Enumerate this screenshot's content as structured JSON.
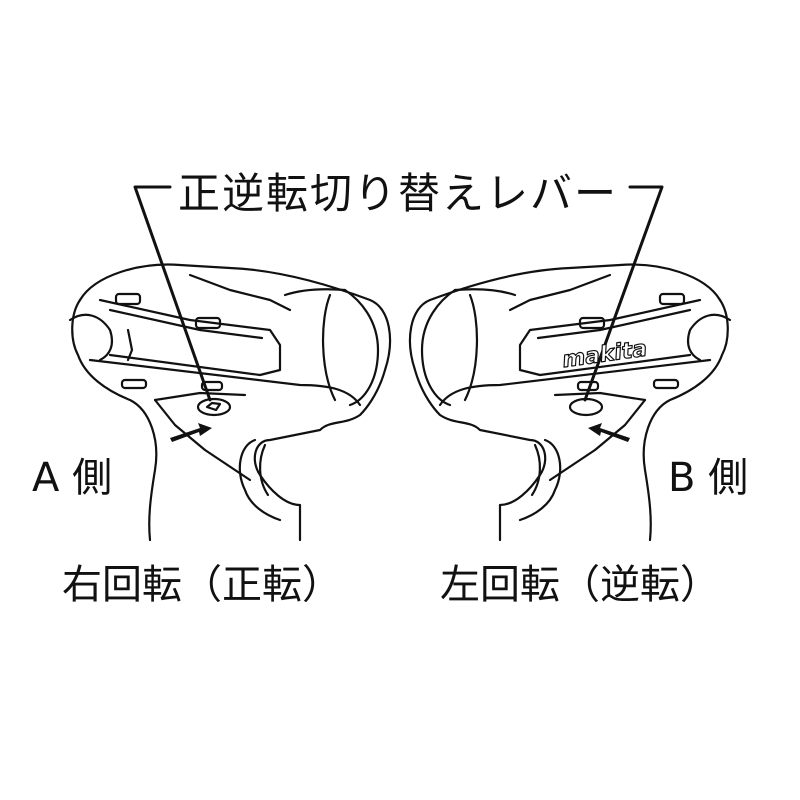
{
  "diagram": {
    "title": "正逆転切り替えレバー",
    "subject": "impact driver forward/reverse switch lever",
    "brand_mark": "makita",
    "views": [
      {
        "side_label": "A 側",
        "caption": "右回転（正転）",
        "orientation": "left-side view, arrow pushing lever"
      },
      {
        "side_label": "B 側",
        "caption": "左回転（逆転）",
        "orientation": "right-side view, arrow pushing lever"
      }
    ],
    "colors": {
      "line": "#111111",
      "background": "#ffffff"
    }
  }
}
